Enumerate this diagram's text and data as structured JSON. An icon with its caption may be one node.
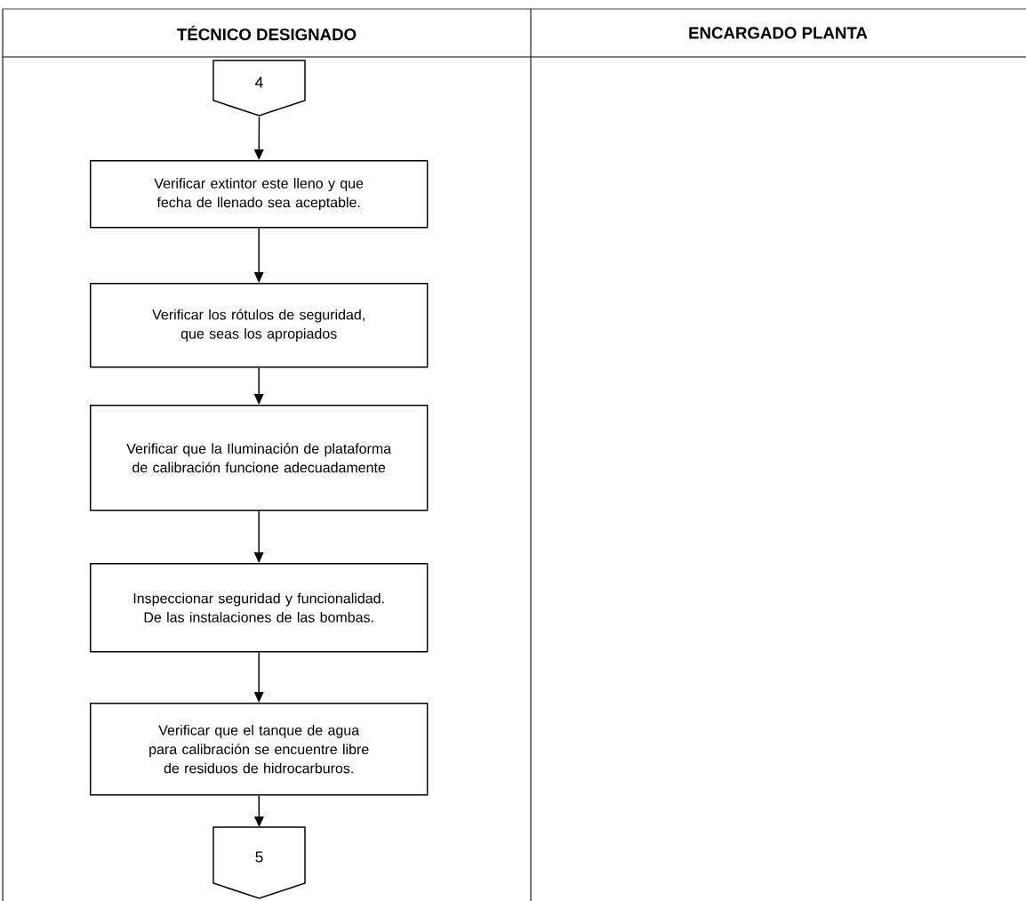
{
  "diagram": {
    "nodes": [
      {
        "text": [
          "4"
        ]
      },
      {
        "text": [
          "Verificar extintor este lleno y que fecha de llenado sea aceptable."
        ]
      },
      {
        "text": [
          "Verificar los rótulos de seguridad, que seas los apropiados"
        ]
      },
      {
        "text": [
          "Verificar que la Iluminación de plataforma de calibración funcione adecuadamente"
        ]
      },
      {
        "text": [
          "Inspeccionar seguridad y funcionalidad. De las instalaciones de las  bombas."
        ]
      },
      {
        "text": [
          "Verificar que el  tanque de agua para calibración se encuentre libre de residuos de hidrocarburos."
        ]
      },
      {
        "text": [
          "5"
        ]
      }
    ],
    "edges": [
      {
        "from": 0,
        "to": 1,
        "arrow": "to"
      },
      {
        "from": 1,
        "to": 2,
        "arrow": "to"
      },
      {
        "from": 2,
        "to": 3,
        "arrow": "to"
      },
      {
        "from": 3,
        "to": 4,
        "arrow": "to"
      },
      {
        "from": 4,
        "to": 5,
        "arrow": "to"
      },
      {
        "from": 5,
        "to": 6,
        "arrow": "to"
      }
    ],
    "labels": [
      "TÉCNICO DESIGNADO",
      "ENCARGADO PLANTA"
    ]
  }
}
